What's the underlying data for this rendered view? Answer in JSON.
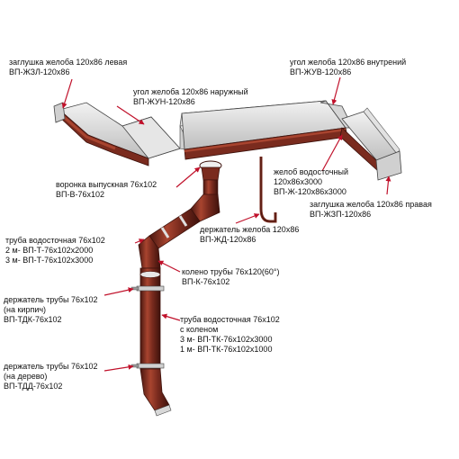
{
  "colors": {
    "metal_body": "#7a2b1e",
    "metal_dark": "#4a1710",
    "metal_light": "#a8442f",
    "gutter_inner": "#d8d8d8",
    "pointer": "#c0102a",
    "text": "#111111"
  },
  "labels": {
    "end_cap_left": {
      "name": "заглушка желоба 120х86 левая",
      "code": "ВП-ЖЗЛ-120х86"
    },
    "outer_corner": {
      "name": "угол желоба 120х86 наружный",
      "code": "ВП-ЖУН-120х86"
    },
    "inner_corner": {
      "name": "угол желоба 120х86 внутрений",
      "code": "ВП-ЖУВ-120х86"
    },
    "funnel": {
      "name": "воронка выпускная 76х102",
      "code": "ВП-В-76х102"
    },
    "gutter": {
      "line1": "желоб водосточный",
      "line2": "120х86х3000",
      "code": "ВП-Ж-120х86х3000"
    },
    "end_cap_right": {
      "name": "заглушка желоба 120х86 правая",
      "code": "ВП-ЖЗП-120х86"
    },
    "gutter_bracket": {
      "name": "держатель желоба 120х86",
      "code": "ВП-ЖД-120х86"
    },
    "pipe": {
      "name": "труба водосточная 76х102",
      "line2": "2 м- ВП-Т-76х102х2000",
      "line3": "3 м- ВП-Т-76х102х3000"
    },
    "elbow": {
      "name": "колено трубы 76х120(60°)",
      "code": "ВП-К-76х102"
    },
    "pipe_holder_brick": {
      "name": "держатель трубы 76х102",
      "line2": "(на кирпич)",
      "code": "ВП-ТДК-76х102"
    },
    "pipe_with_elbow": {
      "name": "труба водосточная 76х102",
      "line2": "с коленом",
      "line3": "3 м- ВП-ТК-76х102х3000",
      "line4": "1 м- ВП-ТК-76х102х1000"
    },
    "pipe_holder_wood": {
      "name": "держатель трубы 76х102",
      "line2": "(на дерево)",
      "code": "ВП-ТДД-76х102"
    }
  }
}
